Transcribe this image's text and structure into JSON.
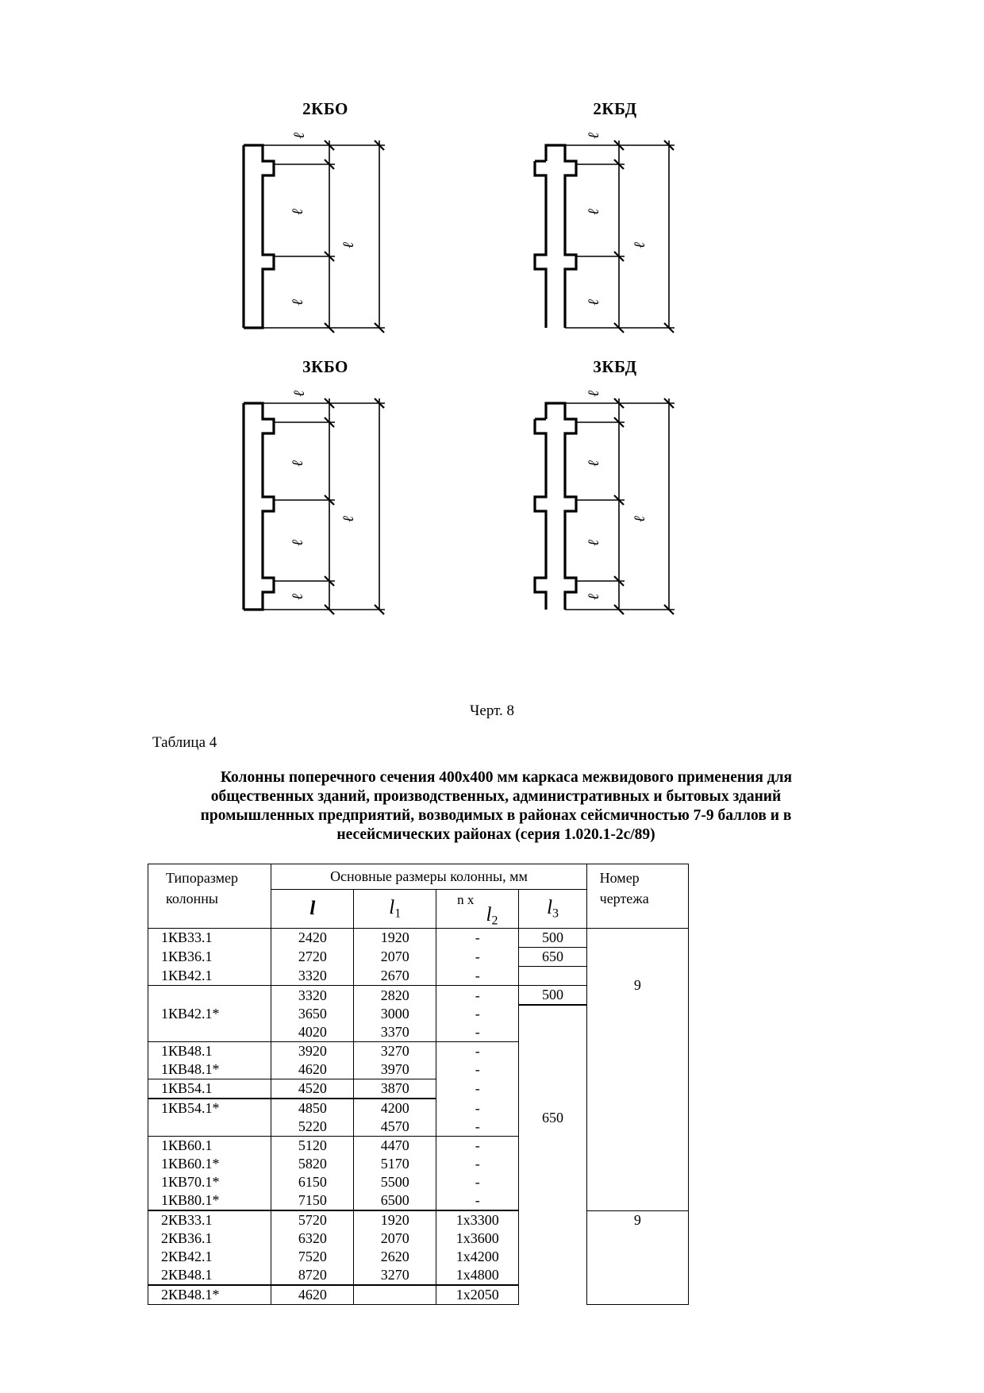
{
  "figures": [
    {
      "id": "2kbo",
      "title": "2КБО",
      "type": "rectangular-console",
      "consoles": 2,
      "dimension_labels": [
        "l3",
        "l2",
        "l1",
        "l"
      ]
    },
    {
      "id": "2kbd",
      "title": "2КБД",
      "type": "double-console",
      "consoles": 2,
      "dimension_labels": [
        "l3",
        "l2",
        "l1",
        "l"
      ]
    },
    {
      "id": "3kbo",
      "title": "3КБО",
      "type": "rectangular-console",
      "consoles": 3,
      "dimension_labels": [
        "l3",
        "l2",
        "l2",
        "l1",
        "l"
      ]
    },
    {
      "id": "3kbd",
      "title": "3КБД",
      "type": "double-console",
      "consoles": 3,
      "dimension_labels": [
        "l3",
        "l2",
        "l2",
        "l1",
        "l"
      ]
    }
  ],
  "figure_caption": "Черт. 8",
  "table_label": "Таблица 4",
  "table_title_lines": [
    "Колонны поперечного сечения 400х400 мм каркаса межвидового применения для",
    "общественных зданий, производственных, административных и бытовых зданий",
    "промышленных предприятий, возводимых в районах сейсмичностью 7-9 баллов и в",
    "несейсмических районах (серия 1.020.1-2с/89)"
  ],
  "table": {
    "headers": {
      "typoразмер": "Типоразмер",
      "kolonny": "колонны",
      "group": "Основные размеры колонны, мм",
      "sym_l": "l",
      "sym_l1": "l",
      "sym_l1_sub": "1",
      "sym_nx": "n x",
      "sym_l2": "l",
      "sym_l2_sub": "2",
      "sym_l3": "l",
      "sym_l3_sub": "3",
      "nomer": "Номер",
      "chertezha": "чертежа"
    },
    "rows": [
      {
        "name": "1КВ33.1",
        "l": "2420",
        "l1": "1920",
        "nx": "-",
        "l3": "500"
      },
      {
        "name": "1КВ36.1",
        "l": "2720",
        "l1": "2070",
        "nx": "-",
        "l3": "650"
      },
      {
        "name": "1КВ42.1",
        "l": "3320",
        "l1": "2670",
        "nx": "-",
        "l3": ""
      },
      {
        "name": "",
        "l": "3320",
        "l1": "2820",
        "nx": "-",
        "l3": "500"
      },
      {
        "name": "1КВ42.1*",
        "l": "3650",
        "l1": "3000",
        "nx": "-",
        "l3": ""
      },
      {
        "name": "",
        "l": "4020",
        "l1": "3370",
        "nx": "-",
        "l3": ""
      },
      {
        "name": "1КВ48.1",
        "l": "3920",
        "l1": "3270",
        "nx": "-",
        "l3": ""
      },
      {
        "name": "1КВ48.1*",
        "l": "4620",
        "l1": "3970",
        "nx": "-",
        "l3": ""
      },
      {
        "name": "1КВ54.1",
        "l": "4520",
        "l1": "3870",
        "nx": "-",
        "l3": ""
      },
      {
        "name": "1КВ54.1*",
        "l": "4850",
        "l1": "4200",
        "nx": "-",
        "l3": ""
      },
      {
        "name": "",
        "l": "5220",
        "l1": "4570",
        "nx": "-",
        "l3": ""
      },
      {
        "name": "1КВ60.1",
        "l": "5120",
        "l1": "4470",
        "nx": "-",
        "l3": ""
      },
      {
        "name": "1КВ60.1*",
        "l": "5820",
        "l1": "5170",
        "nx": "-",
        "l3": ""
      },
      {
        "name": "1КВ70.1*",
        "l": "6150",
        "l1": "5500",
        "nx": "-",
        "l3": ""
      },
      {
        "name": "1КВ80.1*",
        "l": "7150",
        "l1": "6500",
        "nx": "-",
        "l3": "650"
      },
      {
        "name": "2КВ33.1",
        "l": "5720",
        "l1": "1920",
        "nx": "1х3300",
        "l3": ""
      },
      {
        "name": "2КВ36.1",
        "l": "6320",
        "l1": "2070",
        "nx": "1х3600",
        "l3": ""
      },
      {
        "name": "2КВ42.1",
        "l": "7520",
        "l1": "2620",
        "nx": "1х4200",
        "l3": ""
      },
      {
        "name": "2КВ48.1",
        "l": "8720",
        "l1": "3270",
        "nx": "1х4800",
        "l3": ""
      },
      {
        "name": "2КВ48.1*",
        "l": "4620",
        "l1": "",
        "nx": "1х2050",
        "l3": ""
      }
    ],
    "drawing_numbers": [
      "9",
      "9"
    ]
  }
}
